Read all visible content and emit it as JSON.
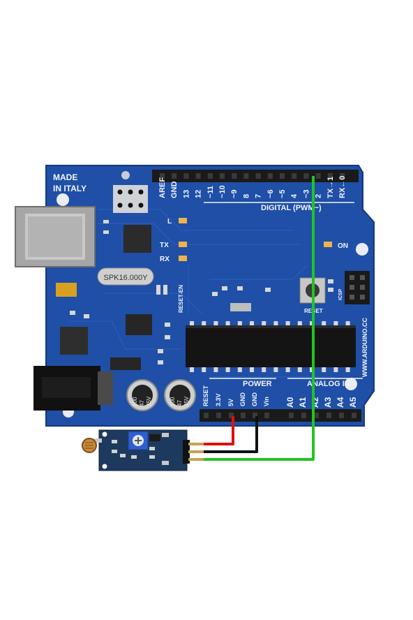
{
  "board": {
    "made_in": [
      "MADE",
      "IN ITALY"
    ],
    "digital_header": "DIGITAL (PWM~)",
    "digital_pins": [
      "AREF",
      "GND",
      "13",
      "12",
      "~11",
      "~10",
      "~9",
      "8",
      "7",
      "~6",
      "~5",
      "4",
      "~3",
      "2",
      "TX→1",
      "RX←0"
    ],
    "led_l": "L",
    "led_tx": "TX",
    "led_rx": "RX",
    "led_on": "ON",
    "crystal": "SPK16.000Y",
    "reset_en": "RESET-EN",
    "reset": "RESET",
    "icsp": "ICSP",
    "website": "WWW.ARDUINO.CC",
    "power_header": "POWER",
    "analog_header": "ANALOG IN",
    "power_pins": [
      "RESET",
      "3.3V",
      "5V",
      "GND",
      "GND",
      "Vin"
    ],
    "analog_pins": [
      "A0",
      "A1",
      "A2",
      "A3",
      "A4",
      "A5"
    ],
    "capacitors": [
      [
        "100",
        "47",
        "25V"
      ],
      [
        "100",
        "47",
        "25V"
      ]
    ]
  },
  "wires": [
    {
      "color": "#e01010"
    },
    {
      "color": "#111111"
    },
    {
      "color": "#22c422"
    }
  ],
  "colors": {
    "pcb": "#1f4fa6",
    "pcb_dark": "#163d85",
    "module_pcb": "#1d3a5e",
    "header": "#1a1a1a"
  }
}
